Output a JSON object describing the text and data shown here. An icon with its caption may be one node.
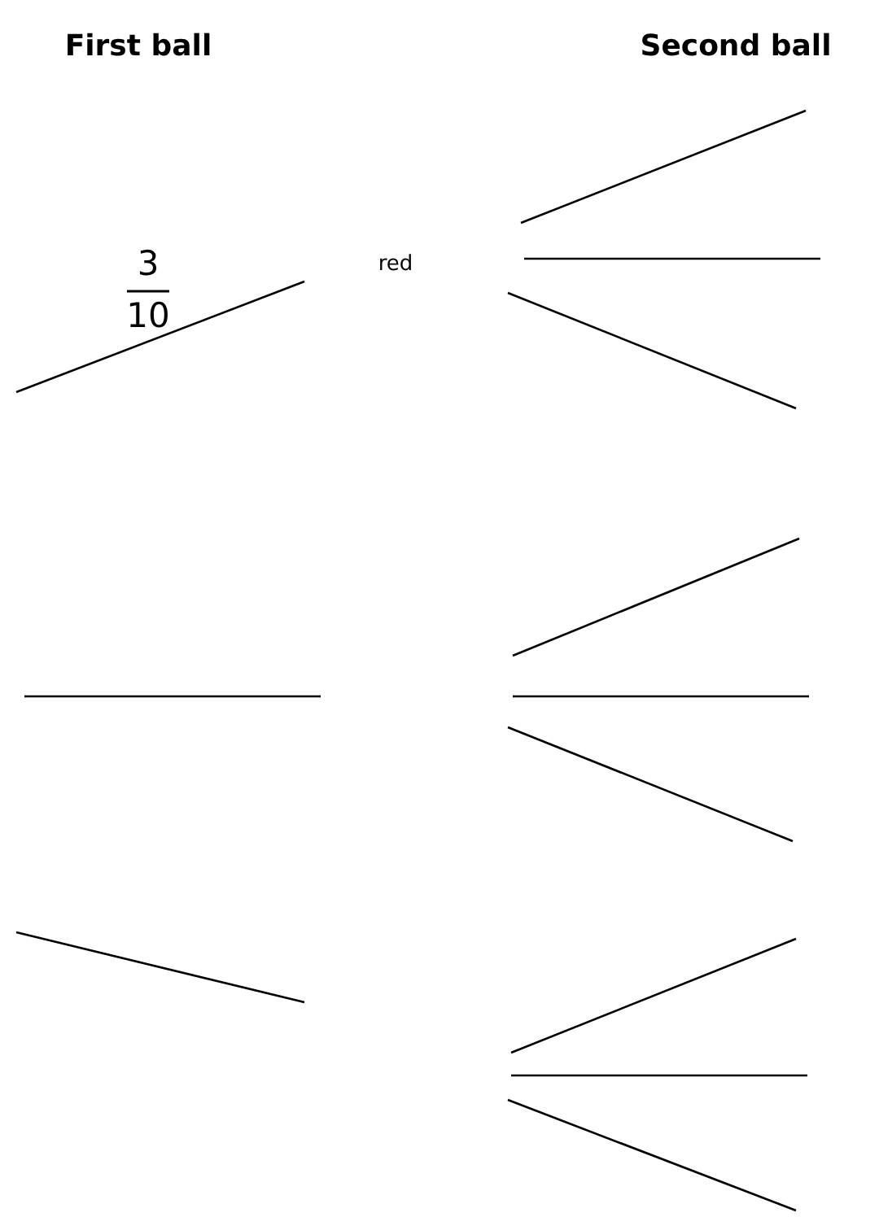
{
  "diagram": {
    "labels": [
      "First ball",
      "Second ball",
      "3",
      "10",
      "red"
    ]
  }
}
